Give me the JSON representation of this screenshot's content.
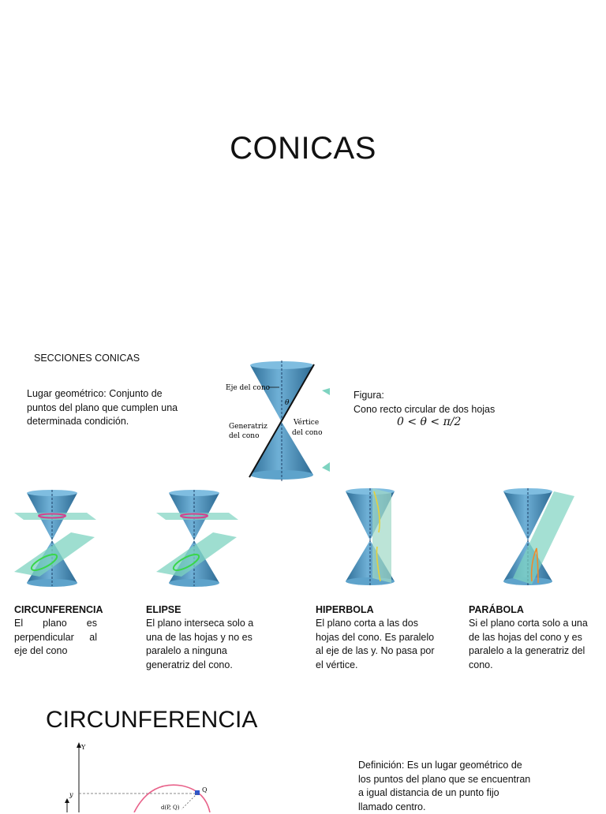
{
  "title": "CONICAS",
  "secciones_label": "SECCIONES CONICAS",
  "lugar_text": "Lugar geométrico: Conjunto de puntos del plano que cumplen una determinada condición.",
  "figura": {
    "label": "Figura:",
    "caption": "Cono recto circular de dos hojas",
    "formula": "0 < θ < π/2"
  },
  "cone_labels": {
    "eje": "Eje del cono",
    "generatriz_1": "Generatriz",
    "generatriz_2": "del cono",
    "vertice_1": "Vértice",
    "vertice_2": "del cono",
    "theta": "θ"
  },
  "sections": [
    {
      "title": "CIRCUNFERENCIA",
      "text": "El plano es perpendicular al eje del cono"
    },
    {
      "title": "ELIPSE",
      "text": "El plano interseca solo a una de las hojas y no es paralelo a ninguna generatriz del cono."
    },
    {
      "title": "HIPERBOLA",
      "text": "El plano corta a las dos hojas del cono. Es paralelo al eje de las y. No pasa por el vértice."
    },
    {
      "title": "PARÁBOLA",
      "text": "Si el plano corta solo a una de las hojas del cono y es paralelo a la generatriz del cono."
    }
  ],
  "circ_heading": "CIRCUNFERENCIA",
  "circ_definition": "Definición: Es un lugar geométrico de los puntos del plano que se encuentran a igual distancia de un punto fijo llamado centro.",
  "graph_labels": {
    "y_axis": "Y",
    "y_tick": "y",
    "point_q": "Q",
    "dist": "d(P, Q)"
  },
  "colors": {
    "cone": "#4d93bd",
    "plane": "#7ed3c0",
    "curve_pink": "#d5418f",
    "curve_green": "#39d64a",
    "curve_yellow": "#e6d13a",
    "circle": "#e8628a"
  }
}
